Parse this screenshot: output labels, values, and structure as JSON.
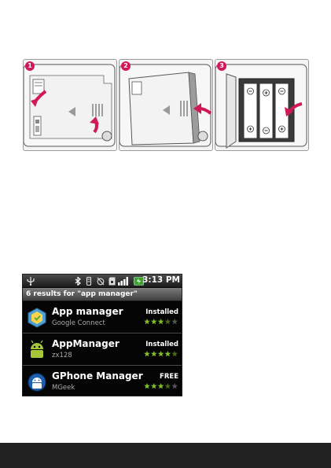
{
  "steps": [
    {
      "number": "1"
    },
    {
      "number": "2"
    },
    {
      "number": "3"
    }
  ],
  "phone": {
    "status_bar": {
      "time": "3:13 PM",
      "icons": [
        "usb-icon",
        "bluetooth-icon",
        "vibrate-icon",
        "alarm-off-icon",
        "sd-card-icon",
        "signal-icon",
        "battery-icon"
      ]
    },
    "results_header": "6 results for \"app manager\"",
    "results": [
      {
        "name": "App manager",
        "developer": "Google Connect",
        "status": "Installed",
        "rating": 3.5,
        "icon": "app-manager-icon"
      },
      {
        "name": "AppManager",
        "developer": "zx128",
        "status": "Installed",
        "rating": 4.5,
        "icon": "android-icon"
      },
      {
        "name": "GPhone Manager Fre",
        "developer": "MGeek",
        "status": "FREE",
        "rating": 3.5,
        "icon": "gphone-icon"
      }
    ],
    "colors": {
      "accent": "#d1185a",
      "star": "#7fbf2a"
    }
  }
}
